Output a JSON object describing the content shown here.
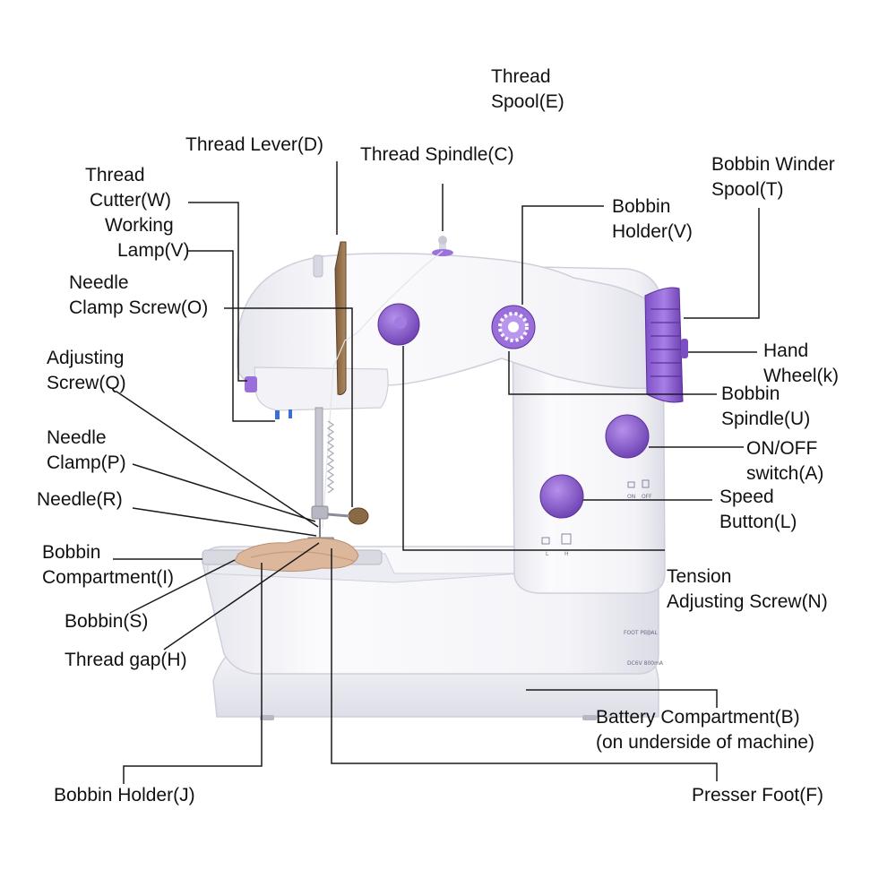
{
  "labels": {
    "thread_spool": [
      "Thread",
      "Spool(E)"
    ],
    "thread_lever": [
      "Thread Lever(D)"
    ],
    "thread_spindle": [
      "Thread Spindle(C)"
    ],
    "bobbin_winder_spool": [
      "Bobbin Winder",
      "Spool(T)"
    ],
    "thread_cutter": [
      "Thread",
      "Cutter(W)"
    ],
    "working_lamp": [
      "Working",
      "Lamp(V)"
    ],
    "bobbin_holder_v": [
      "Bobbin",
      "Holder(V)"
    ],
    "needle_clamp_screw": [
      "Needle",
      "Clamp Screw(O)"
    ],
    "adjusting_screw": [
      "Adjusting",
      "Screw(Q)"
    ],
    "hand_wheel": [
      "Hand",
      "Wheel(k)"
    ],
    "bobbin_spindle": [
      "Bobbin",
      "Spindle(U)"
    ],
    "needle_clamp": [
      "Needle",
      "Clamp(P)"
    ],
    "on_off_switch": [
      "ON/OFF",
      "switch(A)"
    ],
    "needle": [
      "Needle(R)"
    ],
    "speed_button": [
      "Speed",
      "Button(L)"
    ],
    "bobbin_compartment": [
      "Bobbin",
      "Compartment(I)"
    ],
    "tension_screw": [
      "Tension",
      "Adjusting Screw(N)"
    ],
    "bobbin": [
      "Bobbin(S)"
    ],
    "thread_gap": [
      "Thread gap(H)"
    ],
    "battery_compartment": [
      "Battery Compartment(B)",
      "(on underside of machine)"
    ],
    "bobbin_holder_j": [
      "Bobbin Holder(J)"
    ],
    "presser_foot": [
      "Presser Foot(F)"
    ]
  },
  "panel_marks": {
    "switch_on": "ON",
    "switch_off": "OFF",
    "speed_low": "L",
    "speed_high": "H",
    "foot_pedal": "FOOT PEDAL",
    "dc_input": "DC6V 800mA"
  },
  "colors": {
    "accent": "#8a5fcf",
    "accent_dark": "#6b3fb0",
    "body": "#f6f6fa",
    "leader": "#1a1a1a",
    "fabric": "#dcb79c"
  }
}
